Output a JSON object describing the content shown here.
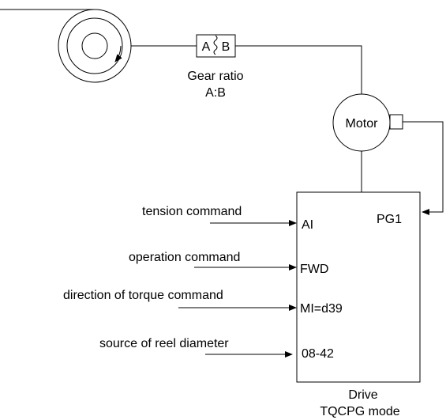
{
  "gear": {
    "side_a": "A",
    "side_b": "B",
    "caption_line1": "Gear ratio",
    "caption_line2": "A:B"
  },
  "motor": {
    "label": "Motor"
  },
  "drive": {
    "caption_line1": "Drive",
    "caption_line2": "TQCPG mode",
    "terminals": {
      "ai": "AI",
      "fwd": "FWD",
      "mi": "MI=d39",
      "param": "08-42",
      "pg": "PG1"
    }
  },
  "inputs": {
    "tension": "tension command",
    "operation": "operation command",
    "direction": "direction of torque command",
    "reel_source": "source of reel diameter"
  }
}
